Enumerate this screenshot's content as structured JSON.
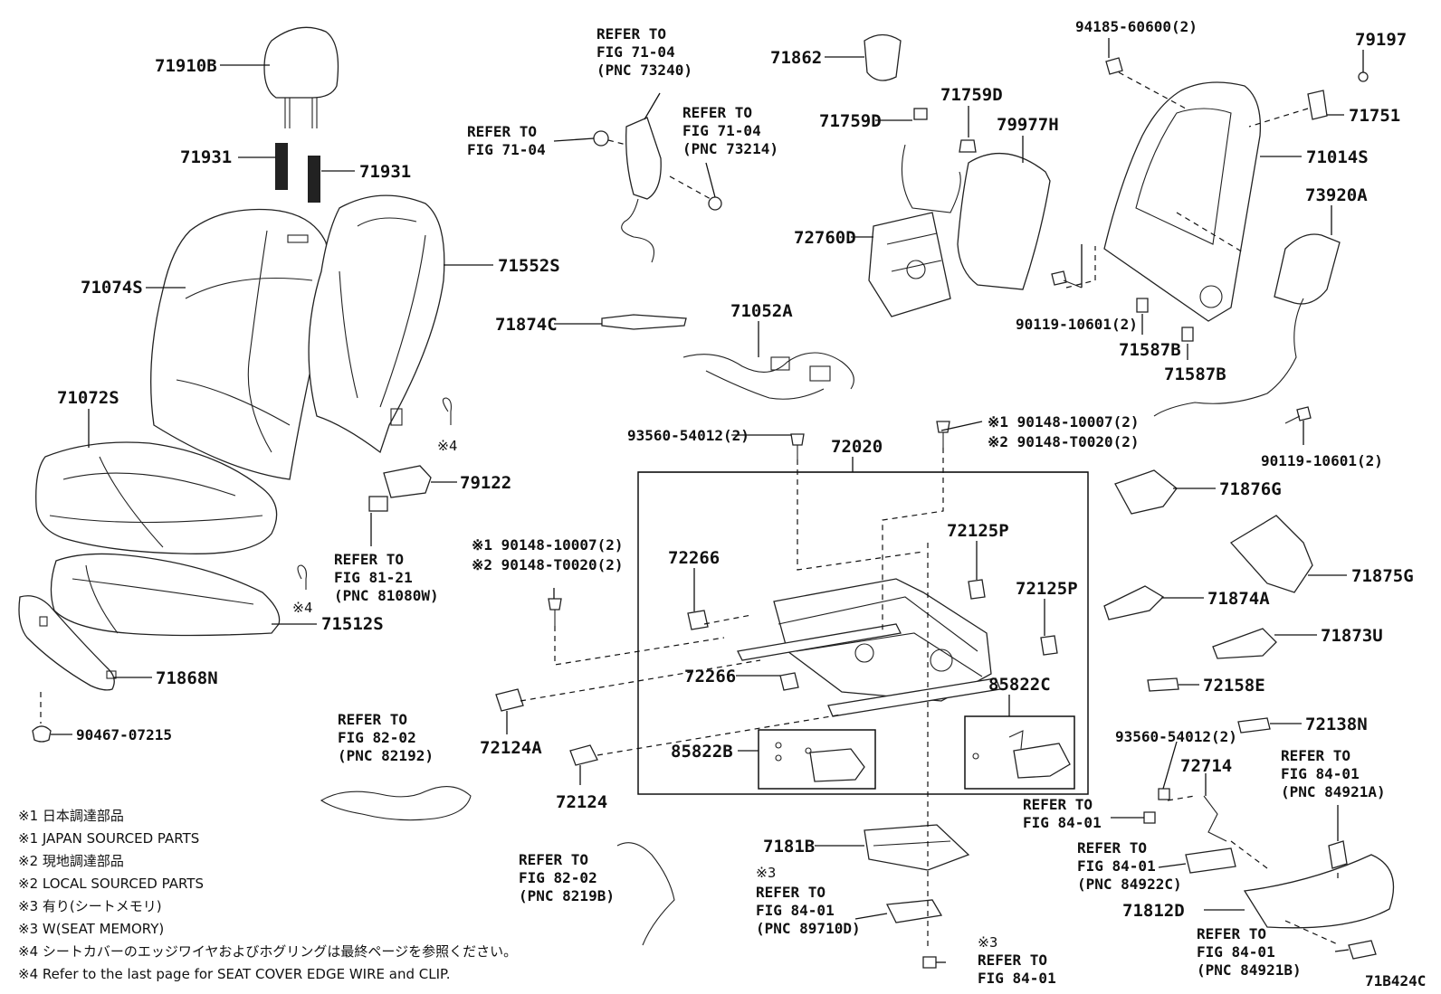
{
  "diagram_code": "71B424C",
  "parts": {
    "p71910B": "71910B",
    "p71931a": "71931",
    "p71931b": "71931",
    "p71074S": "71074S",
    "p71552S": "71552S",
    "p71072S": "71072S",
    "p71512S": "71512S",
    "p71868N": "71868N",
    "p90467": "90467-07215",
    "p79122": "79122",
    "p71862": "71862",
    "p71759D_a": "71759D",
    "p71759D_b": "71759D",
    "p79977H": "79977H",
    "p72760D": "72760D",
    "p71874C": "71874C",
    "p71052A": "71052A",
    "p94185": "94185-60600(2)",
    "p79197": "79197",
    "p71751": "71751",
    "p71014S": "71014S",
    "p73920A": "73920A",
    "p90119_a": "90119-10601(2)",
    "p71587B_a": "71587B",
    "p71587B_b": "71587B",
    "p90119_b": "90119-10601(2)",
    "p93560_a": "93560-54012(2)",
    "p72020": "72020",
    "p72125P_a": "72125P",
    "p72125P_b": "72125P",
    "p72266_a": "72266",
    "p72266_b": "72266",
    "p85822C": "85822C",
    "p85822B": "85822B",
    "p72124A": "72124A",
    "p72124": "72124",
    "p71876G": "71876G",
    "p71875G": "71875G",
    "p71874A": "71874A",
    "p71873U": "71873U",
    "p72158E": "72158E",
    "p72138N": "72138N",
    "p93560_b": "93560-54012(2)",
    "p72714": "72714",
    "p7181B": "7181B",
    "p71812D": "71812D"
  },
  "mark_pairs": {
    "top": [
      "※1 90148-10007(2)",
      "※2 90148-T0020(2)"
    ],
    "left": [
      "※1 90148-10007(2)",
      "※2 90148-T0020(2)"
    ]
  },
  "marks": {
    "m4a": "※4",
    "m4b": "※4",
    "m3a": "※3",
    "m3b": "※3"
  },
  "refs": {
    "r1": [
      "REFER TO",
      "FIG 71-04",
      "(PNC 73240)"
    ],
    "r2": [
      "REFER TO",
      "FIG 71-04",
      "(PNC 73214)"
    ],
    "r3": [
      "REFER TO",
      "FIG 71-04"
    ],
    "r4": [
      "REFER TO",
      "FIG 81-21",
      "(PNC 81080W)"
    ],
    "r5": [
      "REFER TO",
      "FIG 82-02",
      "(PNC 82192)"
    ],
    "r6": [
      "REFER TO",
      "FIG 82-02",
      "(PNC 8219B)"
    ],
    "r7": [
      "REFER TO",
      "FIG 84-01",
      "(PNC 89710D)"
    ],
    "r8": [
      "REFER TO",
      "FIG 84-01"
    ],
    "r9": [
      "REFER TO",
      "FIG 84-01"
    ],
    "r10": [
      "REFER TO",
      "FIG 84-01",
      "(PNC 84922C)"
    ],
    "r11": [
      "REFER TO",
      "FIG 84-01",
      "(PNC 84921A)"
    ],
    "r12": [
      "REFER TO",
      "FIG 84-01",
      "(PNC 84921B)"
    ]
  },
  "notes": [
    "※1 日本調達部品",
    "※1 JAPAN SOURCED PARTS",
    "※2 現地調達部品",
    "※2 LOCAL SOURCED PARTS",
    "※3 有り(シートメモリ)",
    "※3 W(SEAT MEMORY)",
    "※4 シートカバーのエッジワイヤおよびホグリングは最終ページを参照ください。",
    "※4 Refer to the last page for SEAT COVER EDGE WIRE and CLIP."
  ]
}
